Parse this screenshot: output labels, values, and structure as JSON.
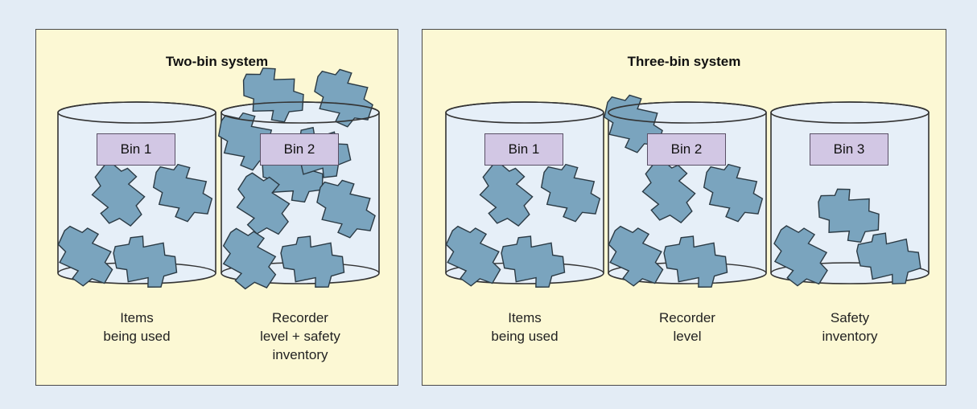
{
  "panels": [
    {
      "title": "Two-bin system",
      "bins": [
        {
          "label": "Bin 1",
          "caption": [
            "Items",
            "being used"
          ],
          "items": 4
        },
        {
          "label": "Bin 2",
          "caption": [
            "Recorder",
            "level + safety",
            "inventory"
          ],
          "items": 9
        }
      ]
    },
    {
      "title": "Three-bin system",
      "bins": [
        {
          "label": "Bin 1",
          "caption": [
            "Items",
            "being used"
          ],
          "items": 4
        },
        {
          "label": "Bin 2",
          "caption": [
            "Recorder",
            "level"
          ],
          "items": 5
        },
        {
          "label": "Bin 3",
          "caption": [
            "Safety",
            "inventory"
          ],
          "items": 3
        }
      ]
    }
  ],
  "colors": {
    "background": "#e3ecf5",
    "panel": "#fcf8d4",
    "bin_fill": "#e6eff8",
    "item": "#7aa4be",
    "label_box": "#d2c7e4"
  }
}
